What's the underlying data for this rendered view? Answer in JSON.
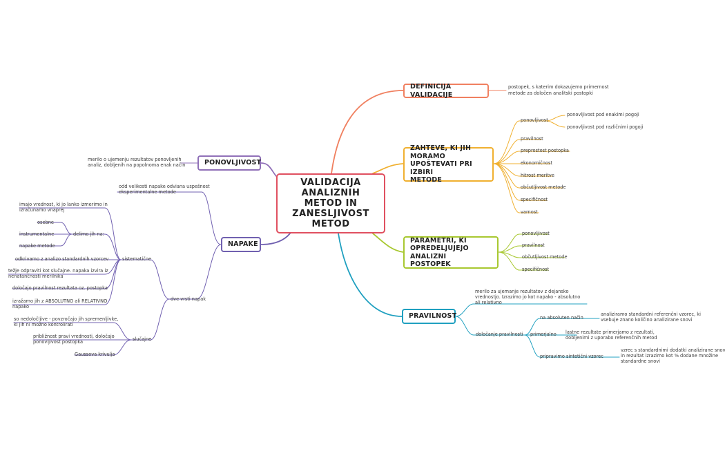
{
  "colors": {
    "center": "#e05060",
    "definicija": "#f08060",
    "zahteve": "#f0b030",
    "parametri": "#a8c830",
    "pravilnost": "#20a0c0",
    "ponovljivost": "#9070b8",
    "napake": "#7060b0"
  },
  "center": {
    "title": "VALIDACIJA ANALIZNIH METOD IN ZANESLJIVOST METOD"
  },
  "definicija": {
    "title": "DEFINICIJA VALIDACIJE",
    "note_1": "postopek, s katerim dokazujemo primernost",
    "note_2": "metode za določen analitski postopki"
  },
  "zahteve": {
    "title_1": "ZAHTEVE, KI JIH MORAMO",
    "title_2": "UPOŠTEVATI PRI IZBIRI",
    "title_3": "METODE",
    "items": [
      "ponovljivost",
      "pravilnost",
      "preprostost postopka",
      "ekonomičnost",
      "hitrost meritve",
      "občutljivost metode",
      "specifičnost",
      "varnost"
    ],
    "ponovljivost_sub": [
      "ponovljivost pod enakimi pogoji",
      "ponovljivost pod različnimi pogoji"
    ]
  },
  "parametri": {
    "title_1": "PARAMETRI, KI",
    "title_2": "OPREDELJUJEJO ANALIZNI",
    "title_3": "POSTOPEK",
    "items": [
      "ponovljivost",
      "pravilnost",
      "občutljivost metode",
      "specifičnost"
    ]
  },
  "pravilnost": {
    "title": "PRAVILNOST",
    "note_1": "merilo za ujemanje rezultatov z dejansko",
    "note_2": "vrednostjo. Izrazimo jo kot napako - absolutno",
    "note_3": "ali relativno",
    "dolocanje": "določanje pravilnosti",
    "methods": [
      "na absoluten način",
      "primerjalno",
      "pripravimo sintetični vzorec"
    ],
    "m1_desc_1": "analiziramo standardni referenčni vzorec, ki",
    "m1_desc_2": "vsebuje znano količino analizirane snovi",
    "m2_desc_1": "lastne rezultate primerjamo z rezultati,",
    "m2_desc_2": "dobljenimi z uporabo referenčnih metod",
    "m3_desc_1": "vzrec s standardnimi dodatki analizirane snovi",
    "m3_desc_2": "in rezultat izrazimo kot % dodane množine",
    "m3_desc_3": "standardne snovi"
  },
  "ponovljivost": {
    "title": "PONOVLJIVOST",
    "note_1": "merilo o ujemenju rezultatov ponovljenih",
    "note_2": "analiz, dobljenih na popolnoma enak način"
  },
  "napake": {
    "title": "NAPAKE",
    "top_1": "odd velikosti napake odviana uspešnost",
    "top_2": "eksperimentalne metode",
    "dve_vrsti": "dve vrsti napak",
    "sistematicne": "sistematične",
    "slucajne": "slučajne",
    "sis_imajo_1": "imajo vrednost, ki jo lanko izmerimo in",
    "sis_imajo_2": "izračunamo vnaprej",
    "delimo": "delimo jih na:",
    "delimo_items": [
      "osebne",
      "instrumentalne",
      "napake metode"
    ],
    "sis_odkrivamo": "odkrivamo z analizo standardnih vzorcev",
    "sis_tezje_1": "težje odpraviti kot slučajne. napaka izvira iz",
    "sis_tezje_2": "nenatančnosti merilnika",
    "sis_dolocajo": "določajo pravilnost rezultata oz. postopka",
    "sis_izrazamo_1": "izražamo jih z ABSOLUTNO ali RELATIVNO",
    "sis_izrazamo_2": "napako",
    "slu_1a": "so nedoločljive - povzročajo jih spremenljivke,",
    "slu_1b": "ki jih ni možno kontrolirati",
    "slu_2a": "približnost pravi vrednosti, določajo",
    "slu_2b": "ponovljivost postopka",
    "slu_3": "Gaussova krivulja"
  }
}
